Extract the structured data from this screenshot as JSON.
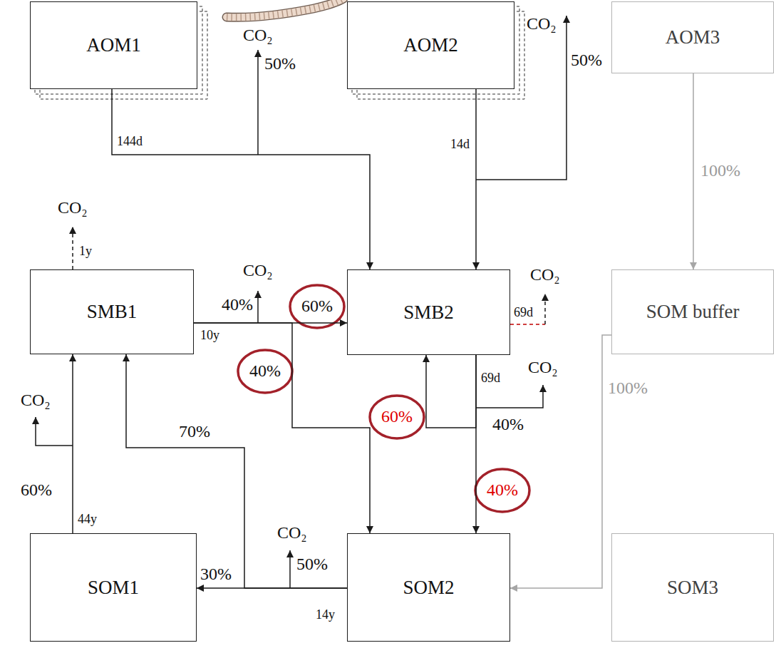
{
  "diagram": {
    "nodes": [
      {
        "text": [
          "AOM1"
        ]
      },
      {
        "text": [
          "AOM2"
        ]
      },
      {
        "text": [
          "AOM3"
        ]
      },
      {
        "text": [
          "SMB1"
        ]
      },
      {
        "text": [
          "SMB2"
        ]
      },
      {
        "text": [
          "SOM buffer"
        ]
      },
      {
        "text": [
          "SOM1"
        ]
      },
      {
        "text": [
          "SOM2"
        ]
      },
      {
        "text": [
          "SOM3"
        ]
      }
    ],
    "edges": [
      {
        "from": 0,
        "to": 4,
        "arrow": "to",
        "label": "144d"
      },
      {
        "from": 1,
        "to": 4,
        "arrow": "to",
        "label": "14d"
      },
      {
        "from": 2,
        "to": 5,
        "arrow": "to",
        "label": "100%"
      },
      {
        "from": 3,
        "to": 4,
        "arrow": "to",
        "label": "60%"
      },
      {
        "from": 3,
        "to": 7,
        "arrow": "to",
        "label": "40%"
      },
      {
        "from": 4,
        "to": 4,
        "arrow": "to",
        "label": "60%"
      },
      {
        "from": 4,
        "to": 7,
        "arrow": "to",
        "label": "40%"
      },
      {
        "from": 5,
        "to": 7,
        "arrow": "to",
        "label": "100%"
      },
      {
        "from": 7,
        "to": 6,
        "arrow": "to",
        "label": "30%"
      },
      {
        "from": 7,
        "to": 3,
        "arrow": "to",
        "label": "70%"
      },
      {
        "from": 6,
        "to": 3,
        "arrow": "to"
      }
    ],
    "labels": [
      "CO₂",
      "50%",
      "CO₂",
      "50%",
      "CO₂",
      "1y",
      "CO₂",
      "40%",
      "10y",
      "CO₂",
      "69d",
      "CO₂",
      "69d",
      "40%",
      "CO₂",
      "60%",
      "44y",
      "CO₂",
      "50%",
      "14y"
    ]
  }
}
